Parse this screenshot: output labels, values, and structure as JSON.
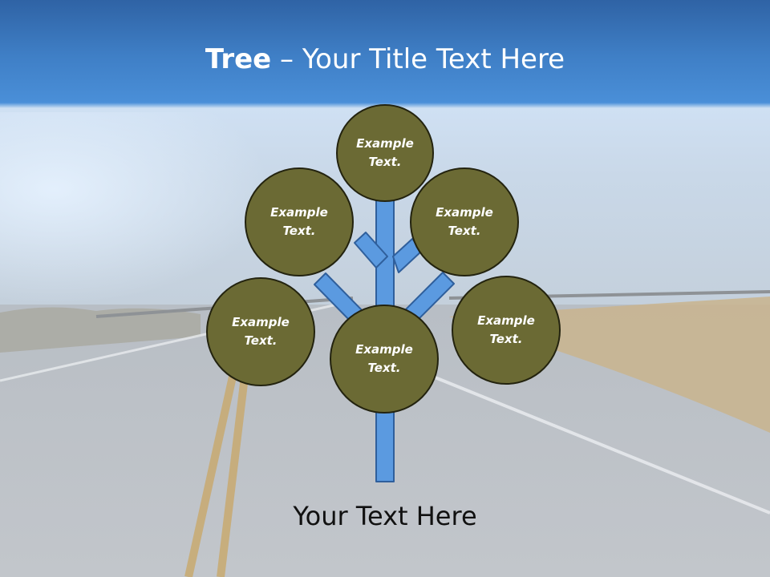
{
  "title": {
    "bold": "Tree",
    "rest": " – Your Title Text Here"
  },
  "nodes": [
    {
      "id": "top",
      "label": "Example Text."
    },
    {
      "id": "upper-left",
      "label": "Example Text."
    },
    {
      "id": "upper-right",
      "label": "Example Text."
    },
    {
      "id": "lower-left",
      "label": "Example Text."
    },
    {
      "id": "center",
      "label": "Example Text."
    },
    {
      "id": "lower-right",
      "label": "Example Text."
    }
  ],
  "footer": "Your Text Here",
  "colors": {
    "node_fill": "#6b6a34",
    "node_border": "#23230f",
    "branch_fill": "#5b9ae0",
    "branch_stroke": "#2f5f9c"
  }
}
